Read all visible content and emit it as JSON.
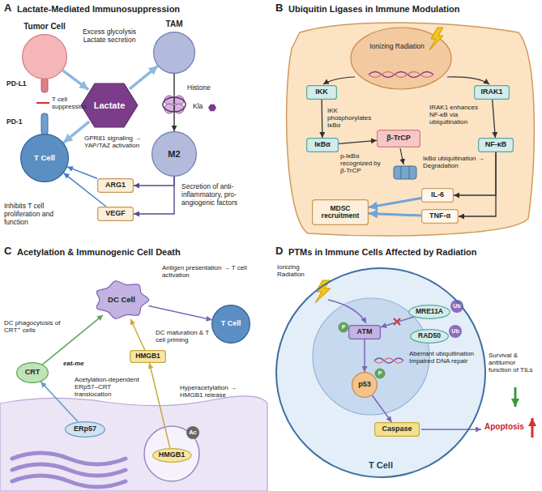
{
  "diagram": {
    "nodes": [
      {
        "text": [
          "Tumor Cell"
        ]
      },
      {
        "text": [
          "TAM"
        ]
      },
      {
        "text": [
          "Lactate"
        ]
      },
      {
        "text": [
          "M2"
        ]
      },
      {
        "text": [
          "T Cell"
        ]
      },
      {
        "text": [
          "ARG1"
        ]
      },
      {
        "text": [
          "VEGF"
        ]
      },
      {
        "text": [
          "IKK"
        ]
      },
      {
        "text": [
          "IRAK1"
        ]
      },
      {
        "text": [
          "IκBα"
        ]
      },
      {
        "text": [
          "β-TrCP"
        ]
      },
      {
        "text": [
          "NF-κB"
        ]
      },
      {
        "text": [
          "MDSC recruitment"
        ]
      },
      {
        "text": [
          "IL-6"
        ]
      },
      {
        "text": [
          "TNF-α"
        ]
      },
      {
        "text": [
          "DC Cell"
        ]
      },
      {
        "text": [
          "T Cell"
        ]
      },
      {
        "text": [
          "CRT"
        ]
      },
      {
        "text": [
          "HMGB1"
        ]
      },
      {
        "text": [
          "ERp57"
        ]
      },
      {
        "text": [
          "HMGB1"
        ]
      },
      {
        "text": [
          "T Cell"
        ]
      },
      {
        "text": [
          "ATM"
        ],
        "in": 21
      },
      {
        "text": [
          "MRE11A"
        ],
        "in": 21
      },
      {
        "text": [
          "RAD50"
        ],
        "in": 21
      },
      {
        "text": [
          "p53"
        ],
        "in": 21
      },
      {
        "text": [
          "Caspase"
        ],
        "in": 21
      }
    ],
    "edges": [
      {
        "from": 0,
        "to": 2,
        "arrow": "to"
      },
      {
        "from": 2,
        "to": 1,
        "arrow": "to"
      },
      {
        "from": 1,
        "to": 3,
        "arrow": "to"
      },
      {
        "from": 2,
        "to": 4,
        "arrow": "to"
      },
      {
        "from": 3,
        "to": 5,
        "arrow": "to"
      },
      {
        "from": 3,
        "to": 6,
        "arrow": "to"
      },
      {
        "from": 5,
        "to": 4,
        "arrow": "to"
      },
      {
        "from": 6,
        "to": 4,
        "arrow": "to"
      },
      {
        "from": 7,
        "to": 9,
        "arrow": "to"
      },
      {
        "from": 9,
        "to": 10,
        "arrow": "to"
      },
      {
        "from": 8,
        "to": 11,
        "arrow": "to"
      },
      {
        "from": 11,
        "to": 13,
        "arrow": "to"
      },
      {
        "from": 11,
        "to": 14,
        "arrow": "to"
      },
      {
        "from": 13,
        "to": 12,
        "arrow": "to"
      },
      {
        "from": 14,
        "to": 12,
        "arrow": "to"
      },
      {
        "from": 15,
        "to": 16,
        "arrow": "to"
      },
      {
        "from": 17,
        "to": 15,
        "arrow": "to"
      },
      {
        "from": 19,
        "to": 17,
        "arrow": "to"
      },
      {
        "from": 20,
        "to": 18,
        "arrow": "to"
      },
      {
        "from": 18,
        "to": 15,
        "arrow": "to"
      },
      {
        "from": 22,
        "to": 25,
        "arrow": "to"
      },
      {
        "from": 23,
        "to": 22,
        "arrow": "to"
      },
      {
        "from": 25,
        "to": 26,
        "arrow": "to"
      }
    ],
    "labels": [
      "A",
      "Lactate-Mediated Immunosuppression",
      "PD-L1",
      "PD-1",
      "T cell suppression",
      "Excess glycolysis Lactate secretion",
      "Histone",
      "Kla",
      "GPR81 signaling → YAP/TAZ activation",
      "Inhibits T cell proliferation and function",
      "Secretion of anti-inflammatory, pro-angiogenic factors",
      "B",
      "Ubiquitin Ligases in Immune Modulation",
      "Ionizing Radiation",
      "IKK phosphorylates IκBα",
      "p-IκBα recognized by β-TrCP",
      "IRAK1 enhances NF-κB via ubiquitination",
      "IκBα ubiquitination → Degradation",
      "C",
      "Acetylation & Immunogenic Cell Death",
      "Antigen presentation → T cell activation",
      "eat-me",
      "DC phagocytosis of CRT⁺ cells",
      "Acetylation-dependent ERp57–CRT translocation",
      "DC maturation & T cell priming",
      "Hyperacetylation → HMGB1 release",
      "Ac",
      "D",
      "PTMs in Immune Cells Affected by Radiation",
      "Ionizing Radiation",
      "Ub",
      "Ub",
      "P",
      "P",
      "Aberrant ubiquitination Impaired DNA repair",
      "Survival & antitumor function of TILs",
      "Apoptosis"
    ]
  }
}
